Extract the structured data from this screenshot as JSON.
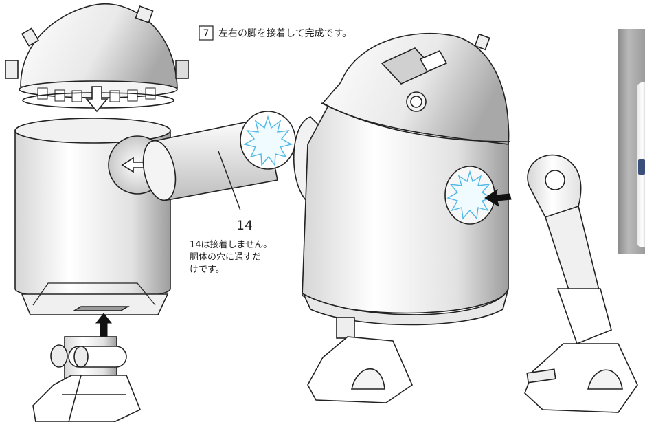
{
  "step": {
    "number": "7",
    "text": "左右の脚を接着して完成です。"
  },
  "part_label": "14",
  "note": {
    "line1": "14は接着しません。",
    "line2": "胴体の穴に通すだ",
    "line3": "けです。"
  },
  "colors": {
    "line": "#222222",
    "metal_light": "#ffffff",
    "metal_dark": "#bdbdbd",
    "starburst": "#4fb8e6",
    "background": "#ffffff",
    "photo_bg": "#a9a9a9"
  }
}
